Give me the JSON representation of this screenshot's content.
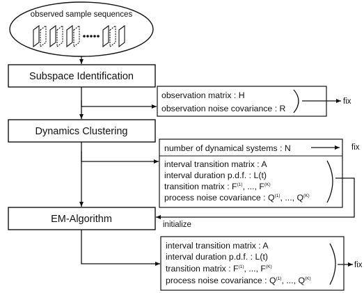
{
  "input": {
    "label": "observed sample sequences"
  },
  "steps": {
    "subspace": "Subspace Identification",
    "clustering": "Dynamics Clustering",
    "em": "EM-Algorithm"
  },
  "box1": {
    "line1": "observation matrix : H",
    "line2": "observation noise covariance : R",
    "out": "fix"
  },
  "box2": {
    "line1": "number of dynamical systems : N",
    "line1_out": "fix",
    "line2": "interval transition matrix : A",
    "line3": "interval duration p.d.f. :  L(t)",
    "line4": "transition matrix : F",
    "line5": "process noise covariance : Q",
    "init": "initialize"
  },
  "box3": {
    "line1": "interval transition matrix : A",
    "line2": "interval duration p.d.f. :  L(t)",
    "line3": "transition matrix : F",
    "line4": "process noise covariance : Q",
    "out": "fix"
  },
  "superscripts": {
    "first": "(1)",
    "last": "(K)",
    "separator": ", ...,"
  }
}
